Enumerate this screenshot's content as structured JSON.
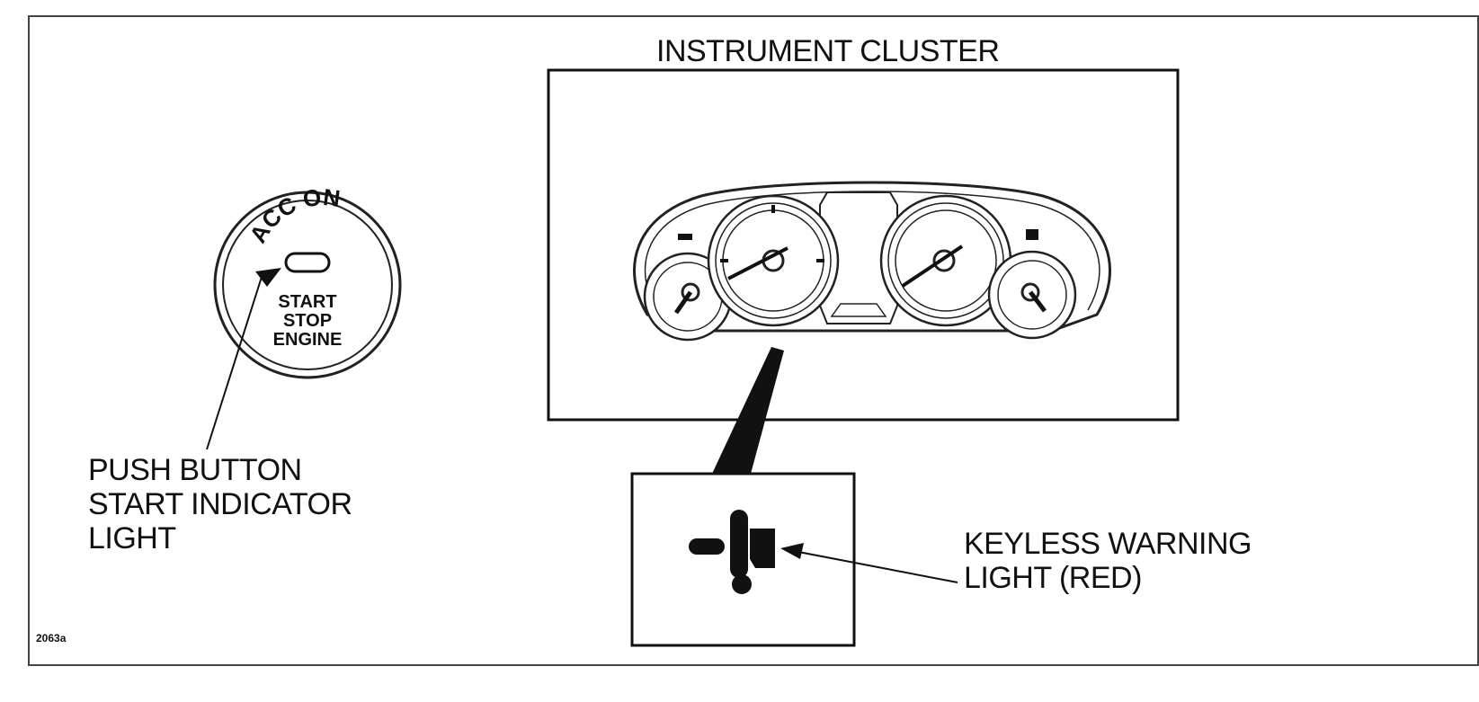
{
  "figure": {
    "title": "INSTRUMENT CLUSTER",
    "push_button": {
      "arc_label": "ACC ON",
      "center_lines": [
        "START",
        "STOP",
        "ENGINE"
      ]
    },
    "callouts": {
      "push_button_indicator": "PUSH BUTTON\nSTART INDICATOR\nLIGHT",
      "keyless_warning": "KEYLESS WARNING\nLIGHT (RED)"
    },
    "figure_id": "2063a"
  }
}
